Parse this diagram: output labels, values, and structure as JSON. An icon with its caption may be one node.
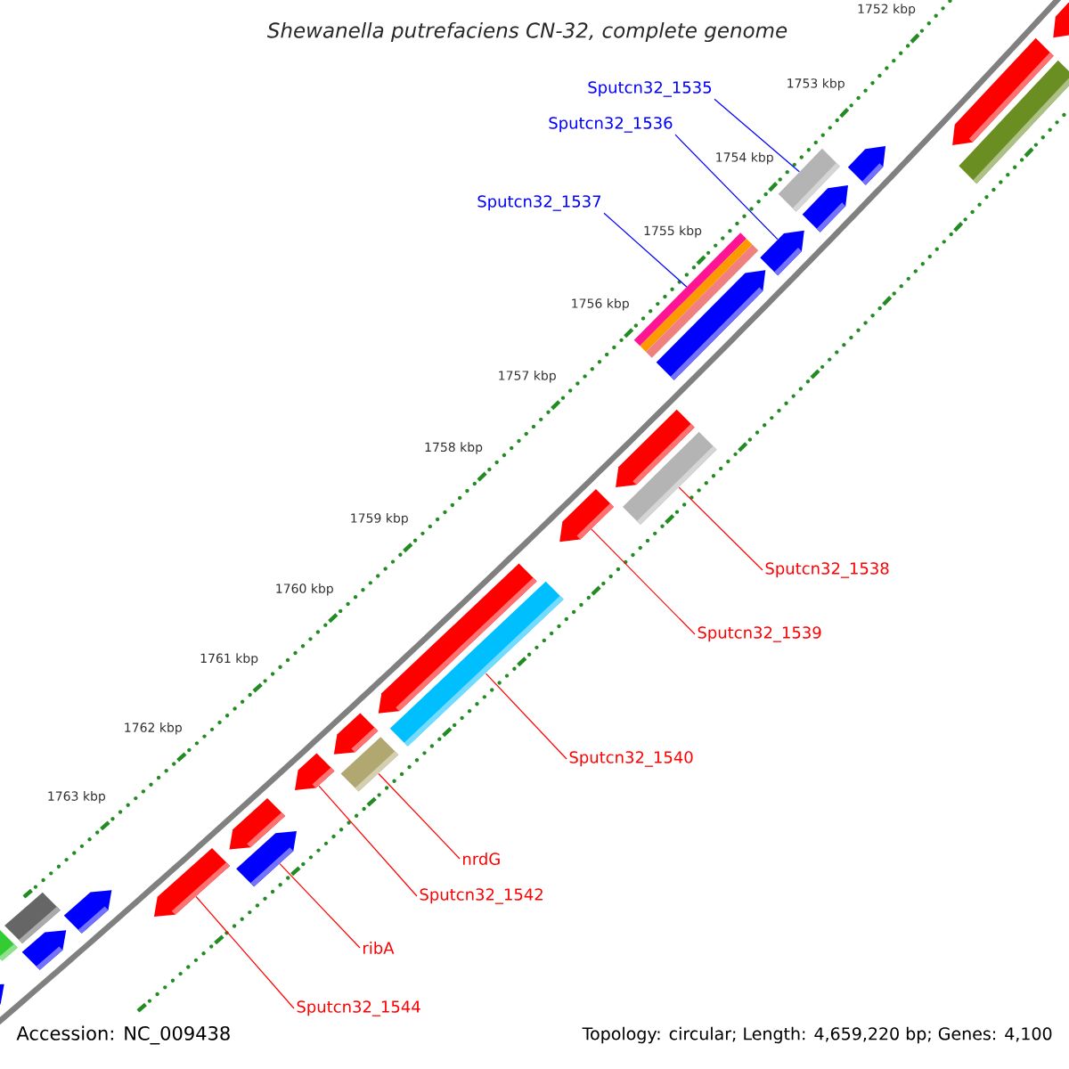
{
  "diagram": {
    "title": "Shewanella putrefaciens CN-32, complete genome",
    "nodes": [
      {
        "text": [
          "Sputcn32_1535"
        ]
      },
      {
        "text": [],
        "shape": "bar"
      },
      {
        "text": [
          "Sputcn32_1536"
        ]
      },
      {
        "text": [],
        "shape": "arrow"
      },
      {
        "text": [
          "Sputcn32_1537"
        ]
      },
      {
        "text": [],
        "shape": "bar"
      },
      {
        "text": [
          "Sputcn32_1538"
        ]
      },
      {
        "text": [],
        "shape": "bar"
      },
      {
        "text": [
          "Sputcn32_1539"
        ]
      },
      {
        "text": [],
        "shape": "arrow"
      },
      {
        "text": [
          "Sputcn32_1540"
        ]
      },
      {
        "text": [],
        "shape": "bar"
      },
      {
        "text": [
          "nrdG"
        ]
      },
      {
        "text": [],
        "shape": "bar"
      },
      {
        "text": [
          "Sputcn32_1542"
        ]
      },
      {
        "text": [],
        "shape": "arrow"
      },
      {
        "text": [
          "ribA"
        ]
      },
      {
        "text": [],
        "shape": "arrow"
      },
      {
        "text": [
          "Sputcn32_1544"
        ]
      },
      {
        "text": [],
        "shape": "arrow"
      },
      {
        "text": [],
        "shape": "arrow"
      },
      {
        "text": [],
        "shape": "arrow"
      },
      {
        "text": [],
        "shape": "bar"
      },
      {
        "text": [],
        "shape": "arrow"
      },
      {
        "text": [],
        "shape": "arrow"
      },
      {
        "text": [],
        "shape": "arrow"
      },
      {
        "text": [],
        "shape": "arrow"
      },
      {
        "text": [],
        "shape": "arrow"
      },
      {
        "text": [],
        "shape": "arrow"
      },
      {
        "text": [],
        "shape": "arrow"
      },
      {
        "text": [],
        "shape": "arrow"
      },
      {
        "text": [],
        "shape": "bar"
      },
      {
        "text": [],
        "shape": "arrow"
      },
      {
        "text": [],
        "shape": "bar"
      },
      {
        "text": [],
        "shape": "arrow"
      }
    ],
    "edges": [
      {
        "from": 0,
        "to": 1,
        "arrow": "none",
        "color": "#0000ff"
      },
      {
        "from": 2,
        "to": 3,
        "arrow": "none",
        "color": "#0000ff"
      },
      {
        "from": 4,
        "to": 5,
        "arrow": "none",
        "color": "#0000ff"
      },
      {
        "from": 6,
        "to": 7,
        "arrow": "none"
      },
      {
        "from": 8,
        "to": 9,
        "arrow": "none"
      },
      {
        "from": 10,
        "to": 11,
        "arrow": "none"
      },
      {
        "from": 12,
        "to": 13,
        "arrow": "none"
      },
      {
        "from": 14,
        "to": 15,
        "arrow": "none"
      },
      {
        "from": 16,
        "to": 17,
        "arrow": "none"
      },
      {
        "from": 18,
        "to": 19,
        "arrow": "none"
      }
    ],
    "labels": [
      "1752 kbp",
      "1753 kbp",
      "1754 kbp",
      "1755 kbp",
      "1756 kbp",
      "1757 kbp",
      "1758 kbp",
      "1759 kbp",
      "1760 kbp",
      "1761 kbp",
      "1762 kbp",
      "1763 kbp",
      "Accession: NC_009438",
      "Topology: circular; Length: 4,659,220 bp; Genes: 4,100"
    ]
  }
}
